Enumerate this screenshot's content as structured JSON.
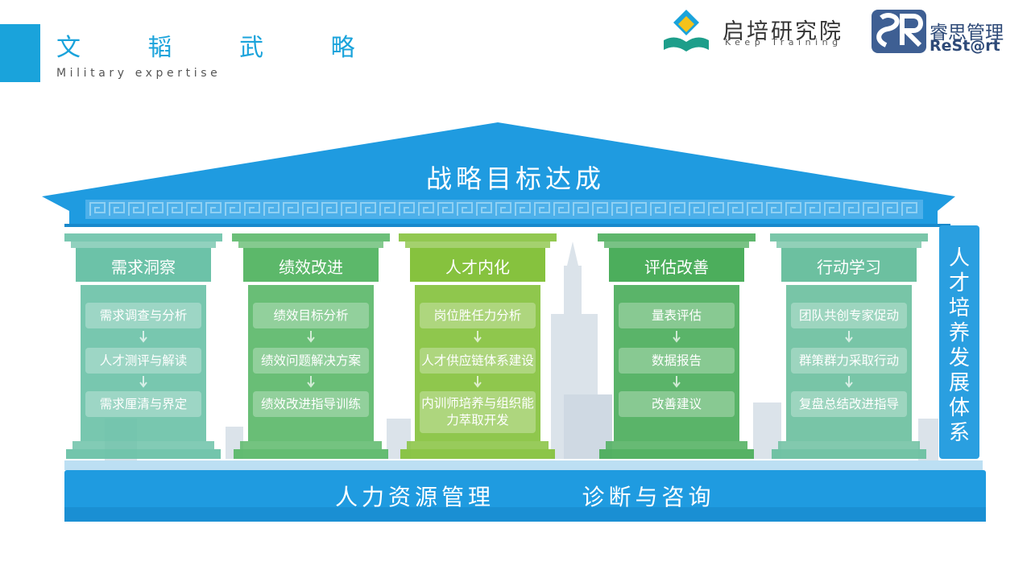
{
  "header": {
    "title": "文 韬 武 略",
    "subtitle": "Military expertise"
  },
  "logos": {
    "qipei": {
      "name_cn": "启培研究院",
      "name_en": "Keep Training",
      "icon": "book-diamond-logo"
    },
    "ruisi": {
      "name_cn": "睿思管理",
      "name_en": "ReSt@rt",
      "icon": "rs-logo"
    }
  },
  "diagram": {
    "roof": "战略目标达成",
    "columns": [
      {
        "title": "需求洞察",
        "color": "#6cc2a8",
        "items": [
          "需求调查与分析",
          "人才测评与解读",
          "需求厘清与界定"
        ]
      },
      {
        "title": "绩效改进",
        "color": "#5cb86a",
        "items": [
          "绩效目标分析",
          "绩效问题解决方案",
          "绩效改进指导训练"
        ]
      },
      {
        "title": "人才内化",
        "color": "#86c23e",
        "items": [
          "岗位胜任力分析",
          "人才供应链体系建设",
          "内训师培养与组织能力萃取开发"
        ]
      },
      {
        "title": "评估改善",
        "color": "#4cae5c",
        "items": [
          "量表评估",
          "数据报告",
          "改善建议"
        ]
      },
      {
        "title": "行动学习",
        "color": "#6cc0a0",
        "items": [
          "团队共创专家促动",
          "群策群力采取行动",
          "复盘总结改进指导"
        ]
      }
    ],
    "side": "人才培养发展体系",
    "base_left": "人力资源管理",
    "base_right": "诊断与咨询",
    "colors": {
      "roof": "#1f9be0",
      "base": "#1f9be0",
      "side": "#2a9fe0"
    }
  }
}
